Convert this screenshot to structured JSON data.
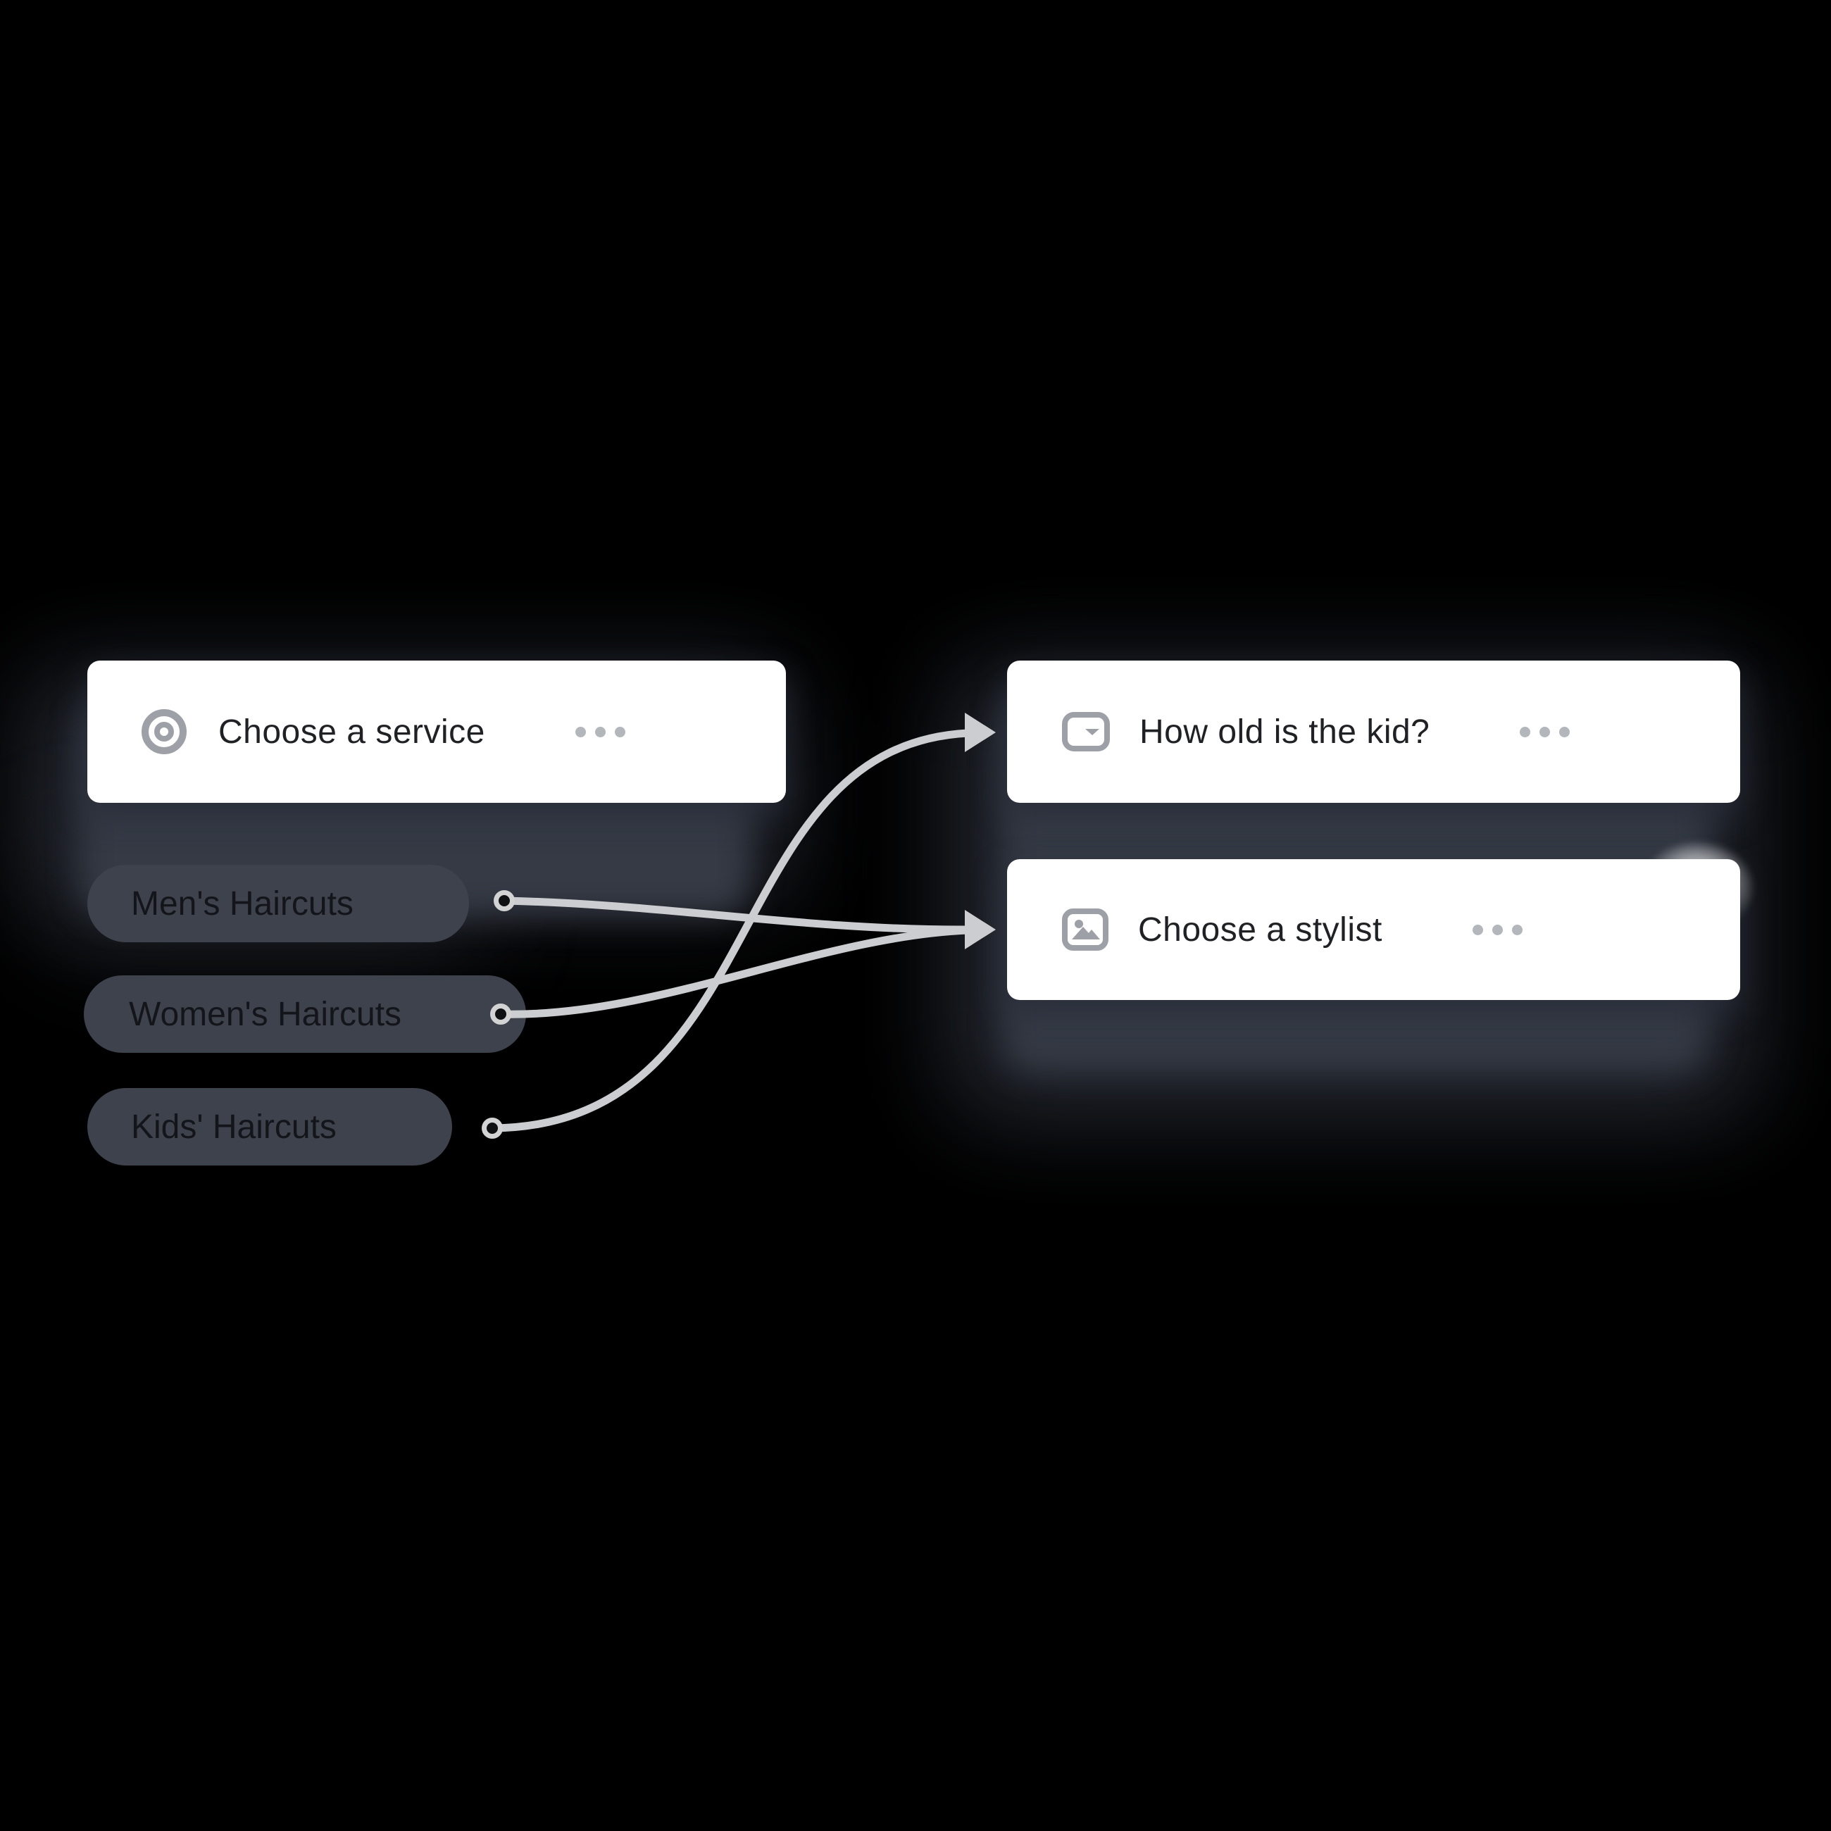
{
  "diagram": {
    "source_card": {
      "title": "Choose a service",
      "icon": "target-icon",
      "menu": "ellipsis-menu"
    },
    "options": [
      {
        "label": "Men's Haircuts"
      },
      {
        "label": "Women's Haircuts"
      },
      {
        "label": "Kids' Haircuts"
      }
    ],
    "question_cards": [
      {
        "title": "How old is the kid?",
        "icon": "dropdown-icon",
        "menu": "ellipsis-menu"
      },
      {
        "title": "Choose a stylist",
        "icon": "image-icon",
        "menu": "ellipsis-menu"
      }
    ],
    "connections": [
      {
        "from": "Men's Haircuts",
        "to": "Choose a stylist"
      },
      {
        "from": "Women's Haircuts",
        "to": "Choose a stylist"
      },
      {
        "from": "Kids' Haircuts",
        "to": "How old is the kid?"
      }
    ],
    "colors": {
      "background": "#000000",
      "card_bg": "#ffffff",
      "card_text": "#1f2124",
      "pill_bg": "#3e424c",
      "pill_text": "#13151a",
      "icon_gray": "#9da0a6",
      "ellipsis_gray": "#b3b6bb",
      "connector_gray": "#cccdd0",
      "shadow_slate": "#353a45",
      "edge_glow": "#ffffff"
    }
  }
}
